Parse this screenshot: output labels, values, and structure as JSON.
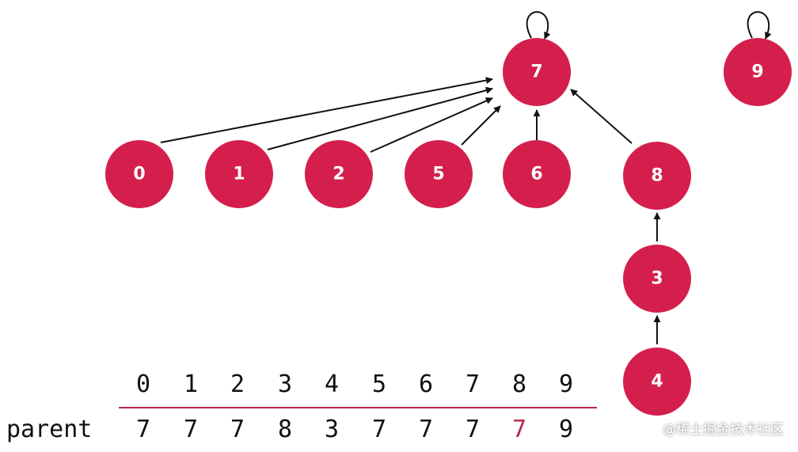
{
  "diagram": {
    "node_color": "#d41f4c",
    "highlight_color": "#b8274a",
    "nodes": [
      {
        "id": "0",
        "label": "0"
      },
      {
        "id": "1",
        "label": "1"
      },
      {
        "id": "2",
        "label": "2"
      },
      {
        "id": "5",
        "label": "5"
      },
      {
        "id": "6",
        "label": "6"
      },
      {
        "id": "7",
        "label": "7"
      },
      {
        "id": "8",
        "label": "8"
      },
      {
        "id": "3",
        "label": "3"
      },
      {
        "id": "4",
        "label": "4"
      },
      {
        "id": "9",
        "label": "9"
      }
    ],
    "edges": [
      {
        "from": "0",
        "to": "7"
      },
      {
        "from": "1",
        "to": "7"
      },
      {
        "from": "2",
        "to": "7"
      },
      {
        "from": "5",
        "to": "7"
      },
      {
        "from": "6",
        "to": "7"
      },
      {
        "from": "8",
        "to": "7"
      },
      {
        "from": "3",
        "to": "8"
      },
      {
        "from": "4",
        "to": "3"
      },
      {
        "from": "7",
        "to": "7"
      },
      {
        "from": "9",
        "to": "9"
      }
    ]
  },
  "table": {
    "row_label": "parent",
    "indices": [
      "0",
      "1",
      "2",
      "3",
      "4",
      "5",
      "6",
      "7",
      "8",
      "9"
    ],
    "parents": [
      "7",
      "7",
      "7",
      "8",
      "3",
      "7",
      "7",
      "7",
      "7",
      "9"
    ],
    "highlighted_index": 8
  },
  "watermark": "@稀土掘金技术社区"
}
